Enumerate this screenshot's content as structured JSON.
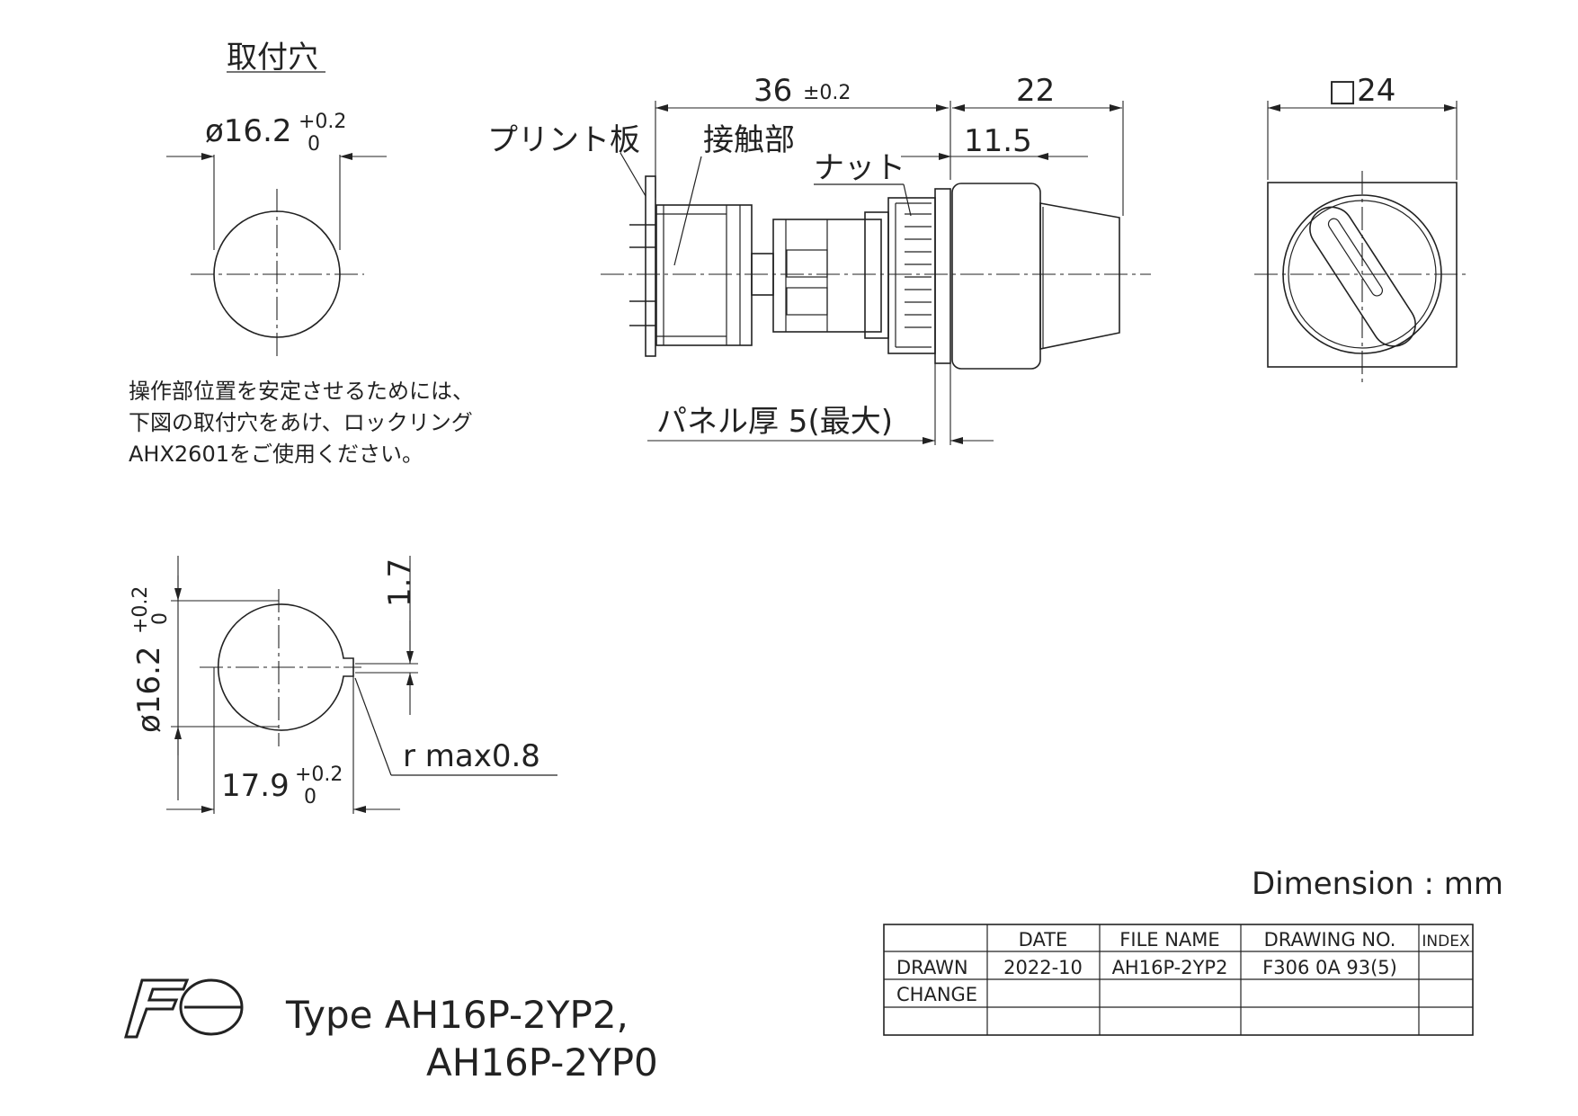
{
  "mounting_hole": {
    "title": "取付穴",
    "diameter_main": "ø16.2",
    "diameter_tol_upper": "+0.2",
    "diameter_tol_lower": "0"
  },
  "note": {
    "line1": "操作部位置を安定させるためには、",
    "line2": "下図の取付穴をあけ、ロックリング",
    "line3": "AHX2601をご使用ください。"
  },
  "side_view": {
    "dim_36": "36",
    "dim_36_tol": "±0.2",
    "dim_22": "22",
    "dim_11_5": "11.5",
    "label_pcb": "プリント板",
    "label_contact": "接触部",
    "label_nut": "ナット",
    "label_panel": "パネル厚 5(最大)"
  },
  "front_view": {
    "dim_square": "□24"
  },
  "keyed_hole": {
    "dim_1_7": "1.7",
    "diameter_main": "ø16.2",
    "diameter_tol_upper": "+0.2",
    "diameter_tol_lower": "0",
    "width_main": "17.9",
    "width_tol_upper": "+0.2",
    "width_tol_lower": "0",
    "radius": "r max0.8"
  },
  "units": "Dimension : mm",
  "title_block": {
    "headers": [
      "",
      "DATE",
      "FILE NAME",
      "DRAWING NO.",
      "INDEX"
    ],
    "rows": [
      [
        "DRAWN",
        "2022-10",
        "AH16P-2YP2",
        "F306 0A 93(5)",
        ""
      ],
      [
        "CHANGE",
        "",
        "",
        "",
        ""
      ],
      [
        "",
        "",
        "",
        "",
        ""
      ]
    ]
  },
  "logo_text": "Fe",
  "type_line1": "Type AH16P-2YP2,",
  "type_line2": "AH16P-2YP0"
}
